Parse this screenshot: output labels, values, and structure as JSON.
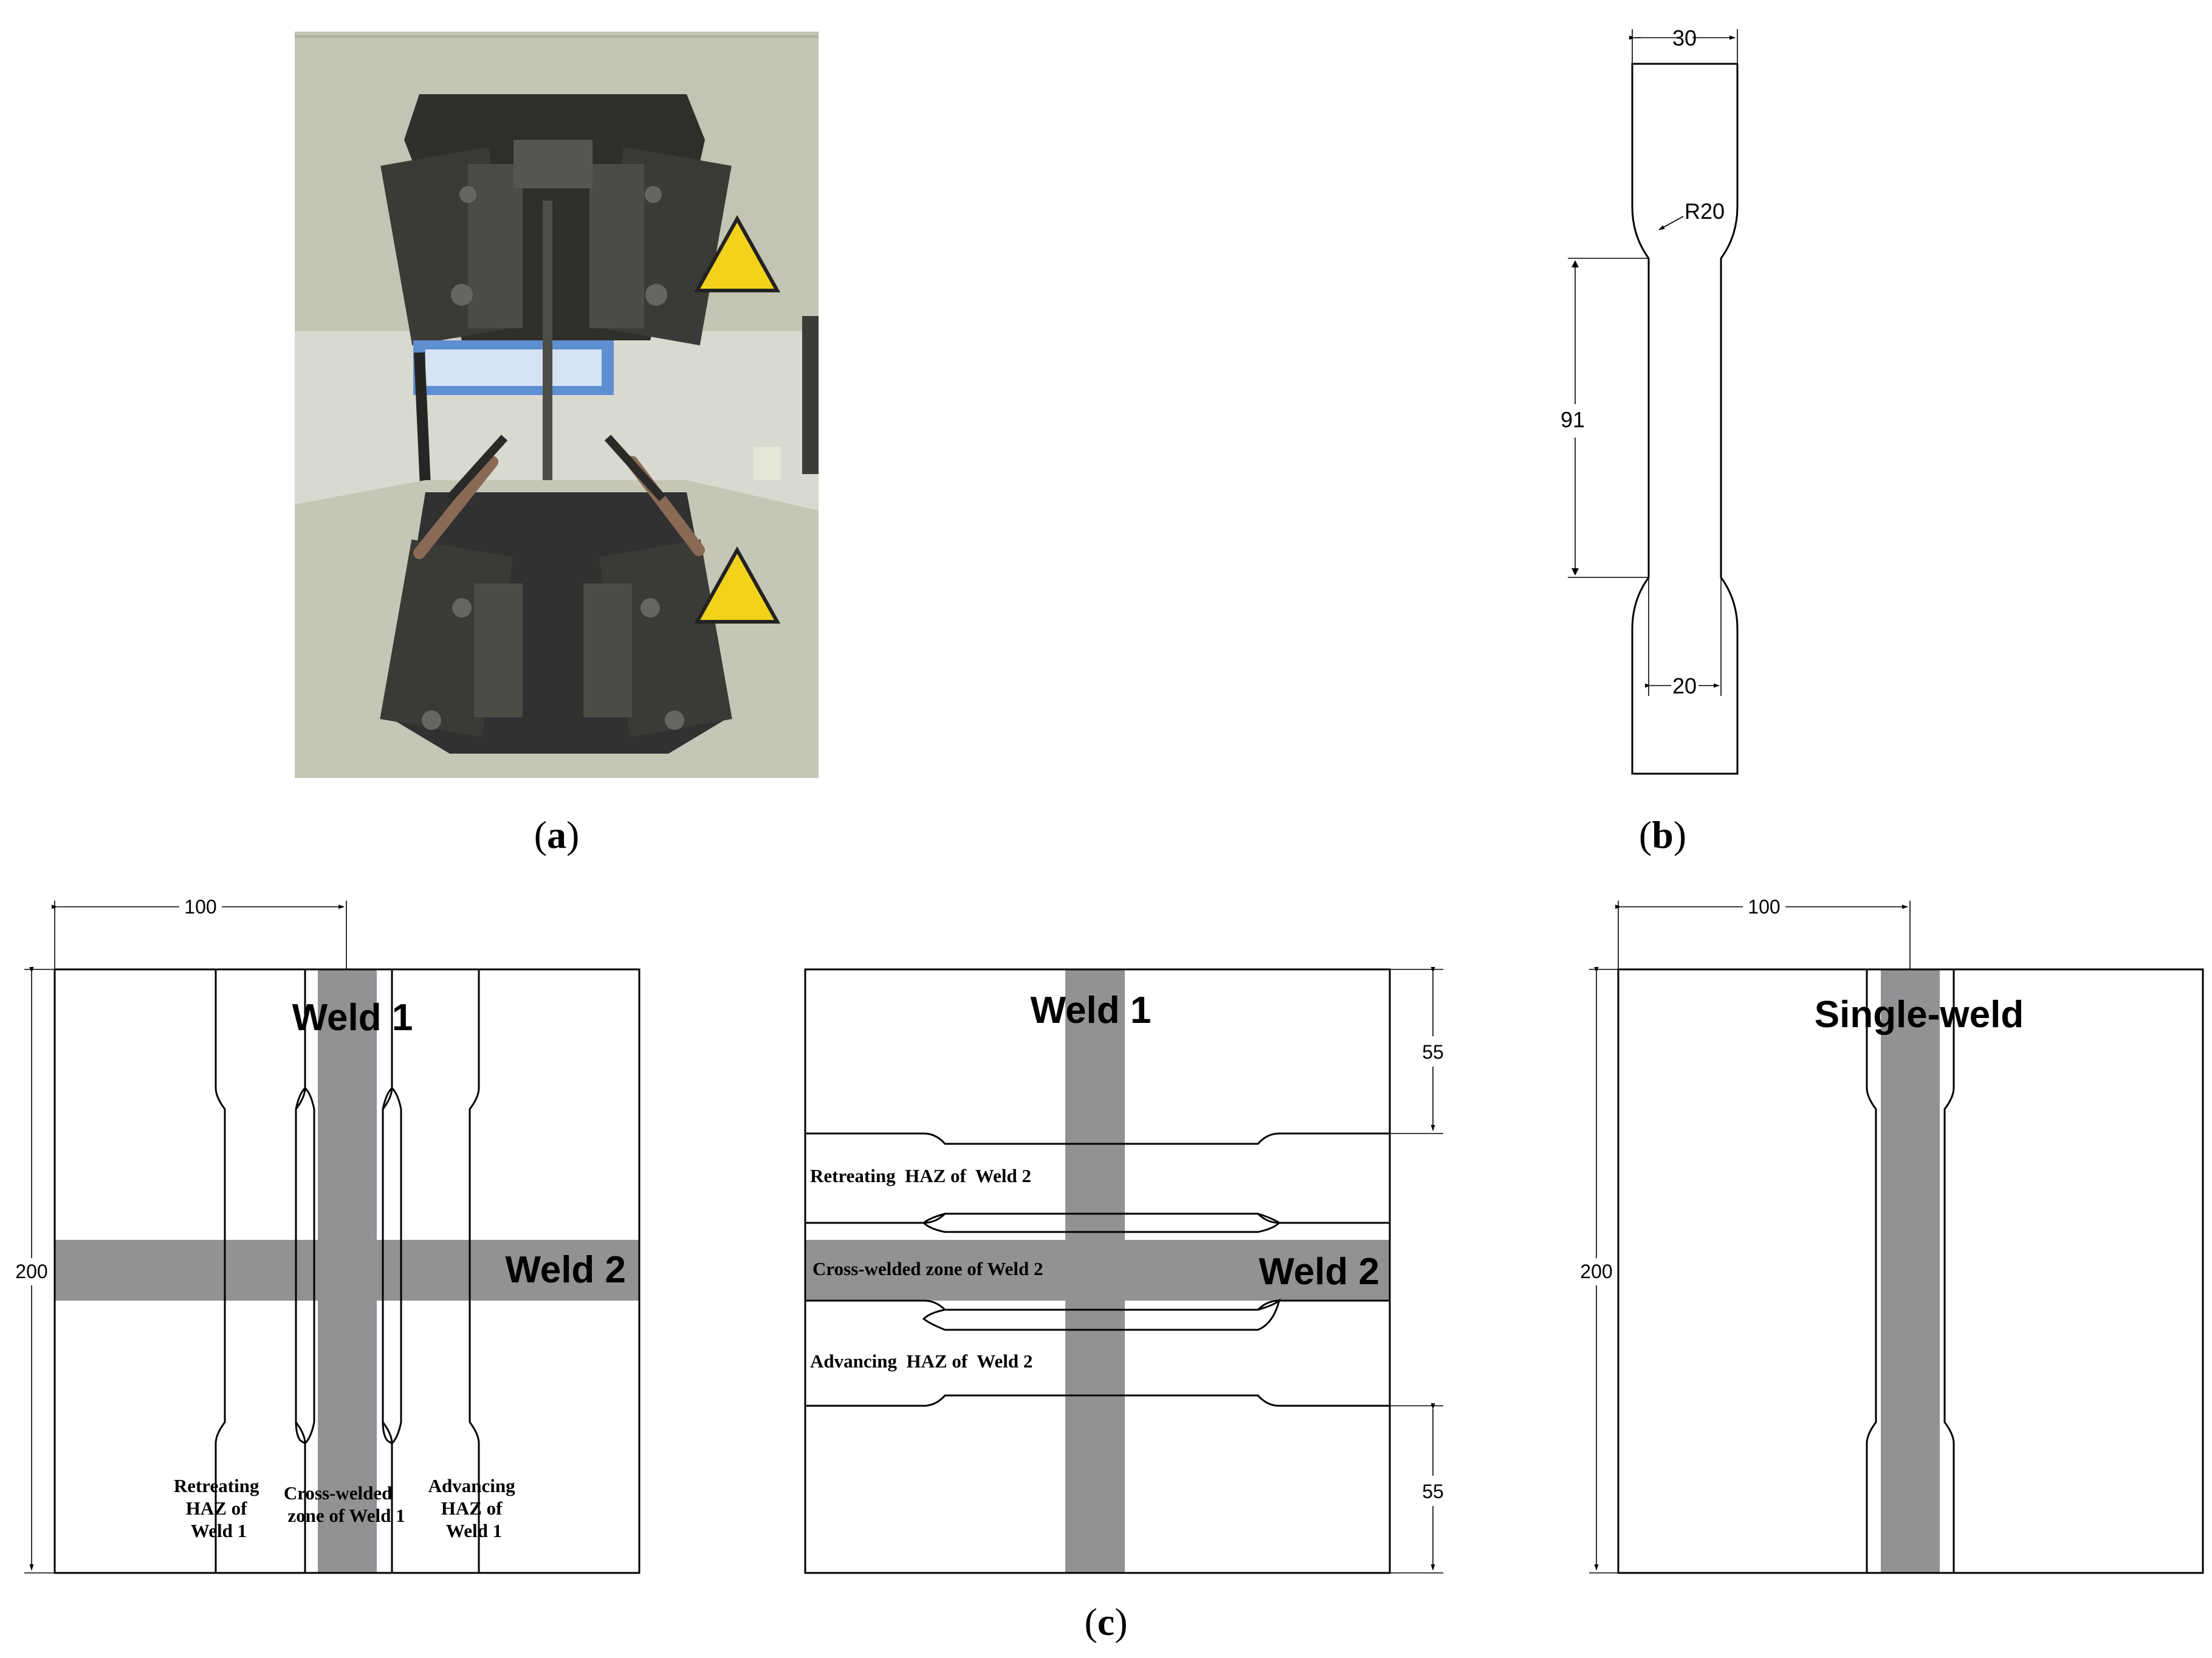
{
  "panels": {
    "a": {
      "caption_letter": "a"
    },
    "b": {
      "caption_letter": "b",
      "dims": {
        "top_width": "30",
        "radius": "R20",
        "gauge_length": "91",
        "gauge_width": "20"
      }
    },
    "c": {
      "caption_letter": "c",
      "left": {
        "dim_width": "100",
        "dim_height": "200",
        "weld1": "Weld 1",
        "weld2": "Weld 2",
        "retreating": [
          "Retreating",
          "HAZ of",
          "Weld 1"
        ],
        "cross": [
          "Cross-welded",
          "zone of Weld 1"
        ],
        "advancing": [
          "Advancing",
          "HAZ of",
          "Weld 1"
        ]
      },
      "middle": {
        "weld1": "Weld 1",
        "weld2": "Weld 2",
        "dim_top": "55",
        "dim_bottom": "55",
        "retreating": "Retreating  HAZ of  Weld 2",
        "cross": "Cross-welded zone of Weld 2",
        "advancing": "Advancing  HAZ of  Weld 2"
      },
      "right": {
        "dim_width": "100",
        "dim_height": "200",
        "label": "Single-weld"
      }
    }
  },
  "colors": {
    "weld_band": "#929295",
    "line": "#000000"
  }
}
